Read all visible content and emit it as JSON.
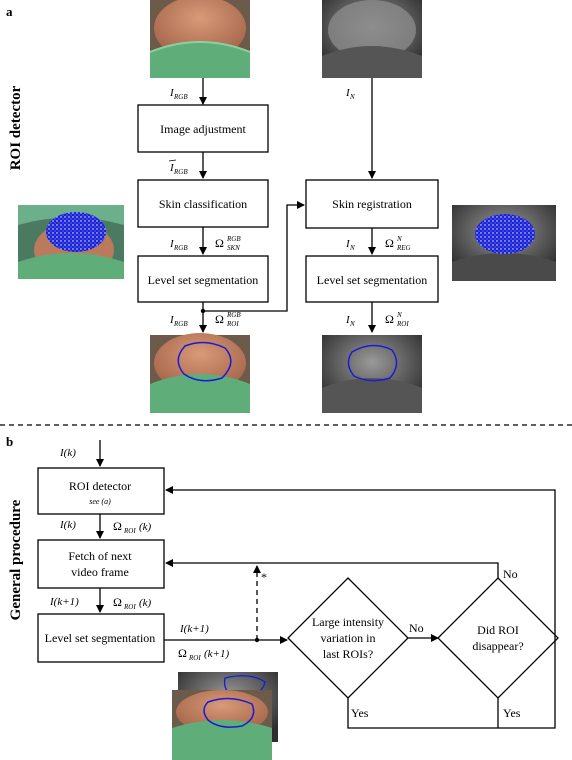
{
  "panels": {
    "a": {
      "letter": "a",
      "title": "ROI detector"
    },
    "b": {
      "letter": "b",
      "title": "General procedure"
    }
  },
  "diagram_a": {
    "boxes": {
      "image_adjustment": "Image adjustment",
      "skin_classification": "Skin classification",
      "level_set_left": "Level set segmentation",
      "skin_registration": "Skin registration",
      "level_set_right": "Level set segmentation"
    },
    "labels": {
      "I": "I",
      "Omega": "Ω",
      "RGB": "RGB",
      "N": "N",
      "SKN": "SKN",
      "REG": "REG",
      "ROI": "ROI"
    }
  },
  "diagram_b": {
    "boxes": {
      "roi_detector": "ROI detector",
      "roi_detector_note": "see (a)",
      "fetch_line1": "Fetch of next",
      "fetch_line2": "video frame",
      "level_set": "Level set segmentation"
    },
    "decisions": {
      "large_variation": [
        "Large intensity",
        "variation in",
        "last ROIs?"
      ],
      "did_roi": [
        "Did ROI",
        "disappear?"
      ]
    },
    "edges": {
      "no1": "No",
      "no2": "No",
      "yes1": "Yes",
      "yes2": "Yes",
      "star": "*"
    },
    "labels": {
      "Ik": "I(k)",
      "Ik2": "I(k)",
      "Omega_k": "Ω",
      "ROI_k": "ROI",
      "k_arg": "(k)",
      "Ik1": "I(k+1)",
      "Ik1b": "I(k+1)",
      "k1_arg": "(k+1)"
    }
  },
  "colors": {
    "contour": "#1b1bd6",
    "drape": "#5fae7a",
    "skin": "#c88a6a"
  }
}
